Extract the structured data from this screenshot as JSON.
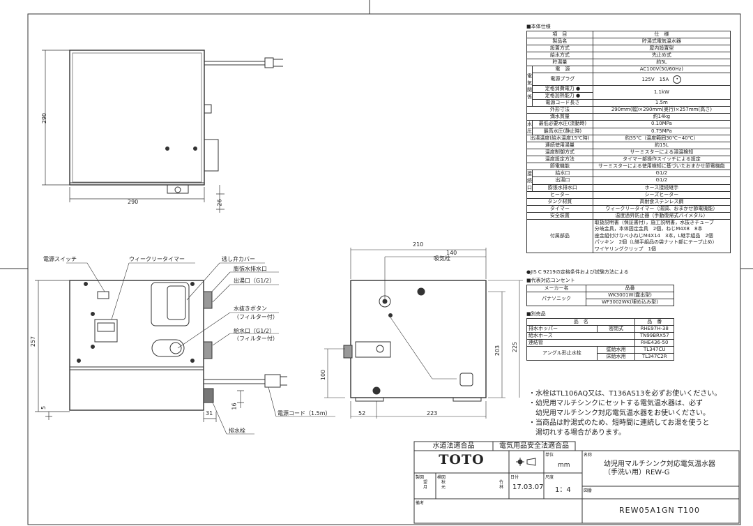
{
  "drawing": {
    "top_view": {
      "dim_width": "290",
      "dim_depth": "290",
      "dim_offset": "26"
    },
    "front_view": {
      "labels": {
        "power_switch": "電源スイッチ",
        "weekly_timer": "ウィークリータイマー",
        "relief_valve_cover": "逃し弁カバー",
        "expansion_drain": "膨張水排水口",
        "hot_outlet": "出湯口（G1/2）",
        "drain_button": "水抜きボタン",
        "drain_button_note": "（フィルター付）",
        "water_inlet": "給水口（G1/2）",
        "water_inlet_note": "（フィルター付）",
        "power_cord": "電源コード（1.5m）",
        "drain_plug": "排水栓"
      },
      "dims": {
        "height": "257",
        "bottom": "5",
        "side": "31",
        "drain_h": "16"
      }
    },
    "side_view": {
      "labels": {
        "air_intake": "吸気栓"
      },
      "dims": {
        "w210": "210",
        "w140": "140",
        "h203": "203",
        "h225": "225",
        "h100": "100",
        "w52": "52",
        "w223": "223"
      }
    }
  },
  "spec": {
    "heading": "■本体仕様",
    "header": {
      "label": "項　目",
      "value": "仕　様"
    },
    "rows": [
      {
        "label": "製品名",
        "value": "貯湯式電気温水器"
      },
      {
        "label": "設置方式",
        "value": "屋内設置型"
      },
      {
        "label": "給水方式",
        "value": "先止め式"
      },
      {
        "label": "貯湯量",
        "value": "約5L"
      },
      {
        "group": "電気関係",
        "rows": [
          {
            "label": "電　源",
            "value": "AC100V(50/60Hz)"
          },
          {
            "label": "電源プラグ",
            "value": "125V　15A",
            "icon": "outlet-plug-icon"
          },
          {
            "labels": [
              "定格消費電力 ●",
              "定格加熱能力 ●"
            ],
            "value": "1.1kW"
          },
          {
            "label": "電源コード長さ",
            "value": "1.5m"
          }
        ]
      },
      {
        "label": "外形寸法",
        "value": "290mm(幅)×290mm(奥行)×257mm(高さ)"
      },
      {
        "label": "満水質量",
        "value": "約14kg"
      },
      {
        "group": "水圧",
        "rows": [
          {
            "label": "最低必要水圧(流動時)",
            "value": "0.10MPa"
          },
          {
            "label": "最高水圧(静止時)",
            "value": "0.75MPa"
          }
        ]
      },
      {
        "label": "出湯温度(給水温度15℃時)",
        "value": "約35℃（温度範囲30℃~40℃）"
      },
      {
        "label": "連続使用湯量",
        "value": "約15L"
      },
      {
        "label": "温度制御方式",
        "value": "サーミスターによる湯温検知"
      },
      {
        "label": "温度設定方法",
        "value": "タイマー部操作スイッチによる設定"
      },
      {
        "label": "節電機能",
        "value": "サーミスターによる使用検知に基づいたおまかせ節電機能"
      },
      {
        "group": "接続口",
        "rows": [
          {
            "label": "給水口",
            "value": "G1/2"
          },
          {
            "label": "出湯口",
            "value": "G1/2"
          },
          {
            "label": "膨張水排水口",
            "value": "ホース接続継手"
          }
        ]
      },
      {
        "label": "ヒーター",
        "value": "シーズヒーター"
      },
      {
        "label": "タンク材質",
        "value": "高耐食ステンレス鋼"
      },
      {
        "label": "タイマー",
        "value": "ウィークリータイマー（湯調、おまかせ節電機能）"
      },
      {
        "label": "安全装置",
        "value": "温度過昇防止器（手動復帰式バイメタル）"
      },
      {
        "label": "付属部品",
        "value": "取扱説明書（保証書付），施工説明書，水抜きチューブ\n分岐金具，本体固定金具　2個，ねじM4X8　8本\n座金組付けなべ小ねじM4X14　3本，L継手組品　2個\nパッキン　2個（L継手組品の袋ナット部にテープ止め）\nワイヤリングクリップ　1個",
        "multi": true
      }
    ],
    "footnote": "●JIS C 9219の定格条件および試験方法による"
  },
  "outlets": {
    "heading": "■代表対応コンセント",
    "header": [
      "メーカー名",
      "品番"
    ],
    "maker": "パナソニック",
    "models": [
      "WK3001W(露出型)",
      "WF3002WK(埋め込み型)"
    ]
  },
  "options": {
    "heading": "■別売品",
    "header": [
      "品　名",
      "品　番"
    ],
    "rows": [
      {
        "name": "排水ホッパー",
        "sub": "密閉式",
        "code": "RHE97H-38"
      },
      {
        "name": "給水ホース",
        "sub": "",
        "code": "TN99BRX57"
      },
      {
        "name": "連結管",
        "sub": "",
        "code": "RHE436-50"
      },
      {
        "name": "アングル形止水栓",
        "sub": "壁給水用",
        "code": "TL347CU"
      },
      {
        "name": "",
        "sub": "床給水用",
        "code": "TL347C2R"
      }
    ]
  },
  "notes": [
    "・水栓はTL106AQ又は、T136AS13を必ずお使いください。",
    "・幼児用マルチシンクにセットする電気温水器は、必ず",
    "　幼児用マルチシンク対応電気温水器をお使いください。",
    "・当商品は貯湯式のため、短時間に連続してお湯を使うと",
    "　湯切れする場合があります。"
  ],
  "title_block": {
    "cert1": "水道法適合品",
    "cert2": "電気用品安全法適合品",
    "logo": "TOTO",
    "projection_icon": "third-angle-projection-icon",
    "unit_label": "単位",
    "unit": "mm",
    "name_label": "名称",
    "name_line1": "幼児用マルチシンク対応電気温水器",
    "name_line2": "（手洗い用）REW-G",
    "drawn_label": "製図",
    "drawn": "望月",
    "checked_label": "検図",
    "checked": "秋元",
    "approved": "竹林",
    "date_label": "日付",
    "date": "17.03.07",
    "scale_label": "尺度",
    "scale": "1：4",
    "drawing_no_label": "図番",
    "drawing_no": "REW05A1GN T100",
    "remarks_label": "備考"
  }
}
